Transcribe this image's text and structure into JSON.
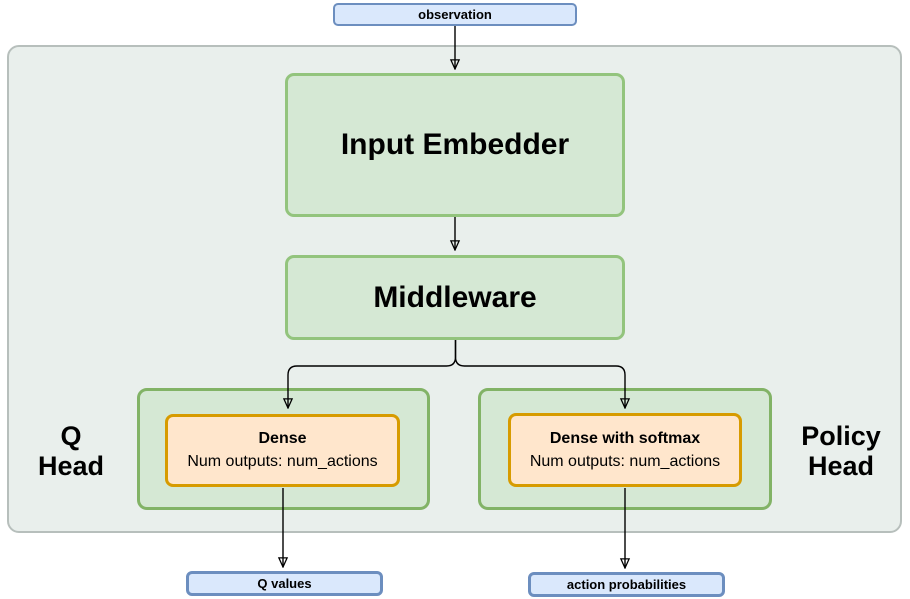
{
  "colors": {
    "io_fill": "#dae8fc",
    "io_border": "#6c8ebf",
    "block_fill": "#d5e8d4",
    "block_border": "#93c47d",
    "head_container_border": "#82b366",
    "dense_fill": "#ffe6cc",
    "dense_border": "#d79b00",
    "container_fill": "#e9efec",
    "container_border": "#b7bfbc",
    "arrow": "#000000"
  },
  "nodes": {
    "observation": {
      "label": "observation"
    },
    "input_embedder": {
      "label": "Input Embedder"
    },
    "middleware": {
      "label": "Middleware"
    },
    "q_head": {
      "side_label": [
        "Q",
        "Head"
      ],
      "dense": {
        "title": "Dense",
        "subtitle": "Num outputs: num_actions"
      },
      "output": {
        "label": "Q values"
      }
    },
    "policy_head": {
      "side_label": [
        "Policy",
        "Head"
      ],
      "dense": {
        "title": "Dense with softmax",
        "subtitle": "Num outputs: num_actions"
      },
      "output": {
        "label": "action probabilities"
      }
    }
  }
}
